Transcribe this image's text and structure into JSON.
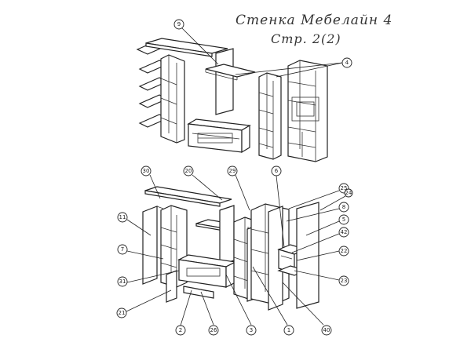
{
  "sheet": {
    "title": "Стенка Мебелайн 4",
    "page": "Стр. 2(2)"
  },
  "callouts": {
    "top": [
      "9",
      "4"
    ],
    "bottom": [
      "30",
      "20",
      "29",
      "6",
      "25",
      "11",
      "7",
      "31",
      "21",
      "2",
      "26",
      "3",
      "1",
      "40",
      "23",
      "22",
      "42",
      "5",
      "8",
      "24"
    ]
  }
}
